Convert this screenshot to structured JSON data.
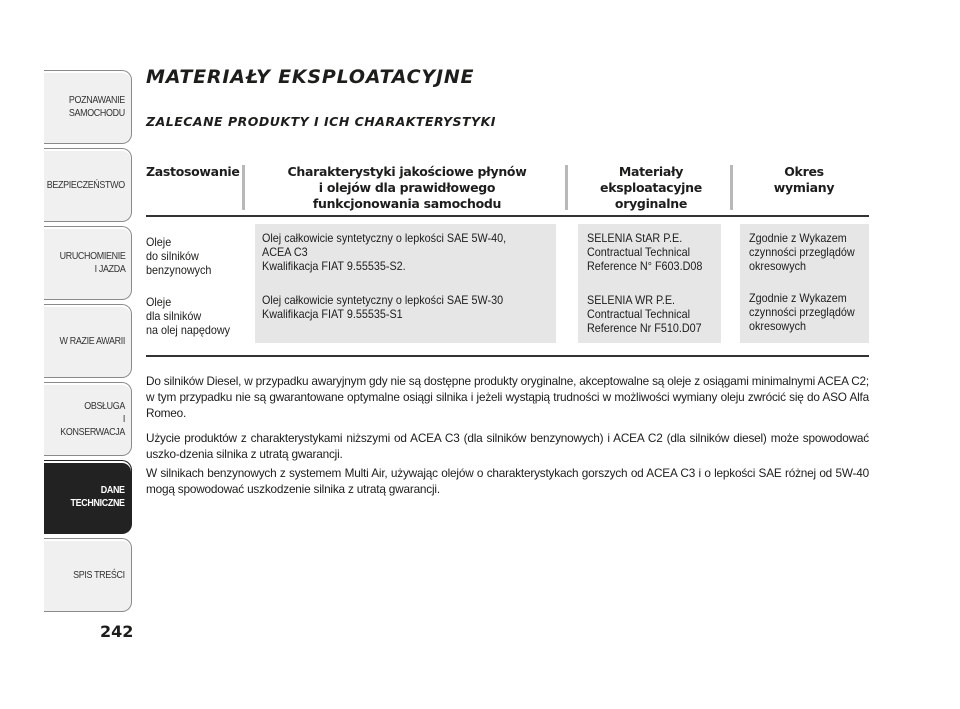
{
  "nav": {
    "tabs": [
      {
        "label": "POZNAWANIE\nSAMOCHODU",
        "active": false
      },
      {
        "label": "BEZPIECZEŃSTWO",
        "active": false
      },
      {
        "label": "URUCHOMIENIE\nI JAZDA",
        "active": false
      },
      {
        "label": "W RAZIE AWARII",
        "active": false
      },
      {
        "label": "OBSŁUGA\nI KONSERWACJA",
        "active": false
      },
      {
        "label": "DANE\nTECHNICZNE",
        "active": true
      },
      {
        "label": "SPIS TREŚCI",
        "active": false
      }
    ]
  },
  "page_number": "242",
  "title": "MATERIAŁY EKSPLOATACYJNE",
  "subtitle": "ZALECANE PRODUKTY I ICH CHARAKTERYSTYKI",
  "table": {
    "headers": {
      "usage": "Zastosowanie",
      "characteristics": "Charakterystyki jakościowe płynów\ni olejów dla prawidłowego\nfunkcjonowania samochodu",
      "original": "Materiały\neksploatacyjne\noryginalne",
      "interval": "Okres\nwymiany"
    },
    "rows": [
      {
        "usage": "Oleje\ndo silników\nbenzynowych",
        "characteristics": "Olej całkowicie syntetyczny o lepkości SAE 5W-40,\nACEA C3\nKwalifikacja FIAT 9.55535-S2.",
        "original": "SELENIA StAR P.E.\nContractual Technical\nReference N° F603.D08",
        "interval": "Zgodnie z Wykazem\nczynności przeglądów\nokresowych"
      },
      {
        "usage": "Oleje\ndla silników\nna olej napędowy",
        "characteristics": "Olej całkowicie syntetyczny o lepkości SAE 5W-30\nKwalifikacja FIAT 9.55535-S1",
        "original": "SELENIA WR P.E.\nContractual Technical\nReference Nr F510.D07",
        "interval": "Zgodnie z Wykazem\nczynności przeglądów\nokresowych"
      }
    ]
  },
  "paragraphs": [
    "Do silników Diesel, w przypadku awaryjnym gdy nie są dostępne produkty oryginalne, akceptowalne są oleje z osiągami minimalnymi ACEA C2; w tym przypadku nie są gwarantowane optymalne osiągi silnika i jeżeli wystąpią trudności w możliwości wymiany oleju zwrócić się do ASO Alfa Romeo.",
    "Użycie produktów z charakterystykami niższymi od ACEA C3 (dla silników benzynowych) i ACEA C2 (dla silników diesel) może spowodować uszko-dzenia silnika z utratą gwarancji.",
    "W silnikach benzynowych z systemem Multi Air, używając olejów o charakterystykach gorszych od ACEA C3 i o lepkości SAE różnej od 5W-40 mogą spowodować uszkodzenie silnika z utratą gwarancji."
  ]
}
